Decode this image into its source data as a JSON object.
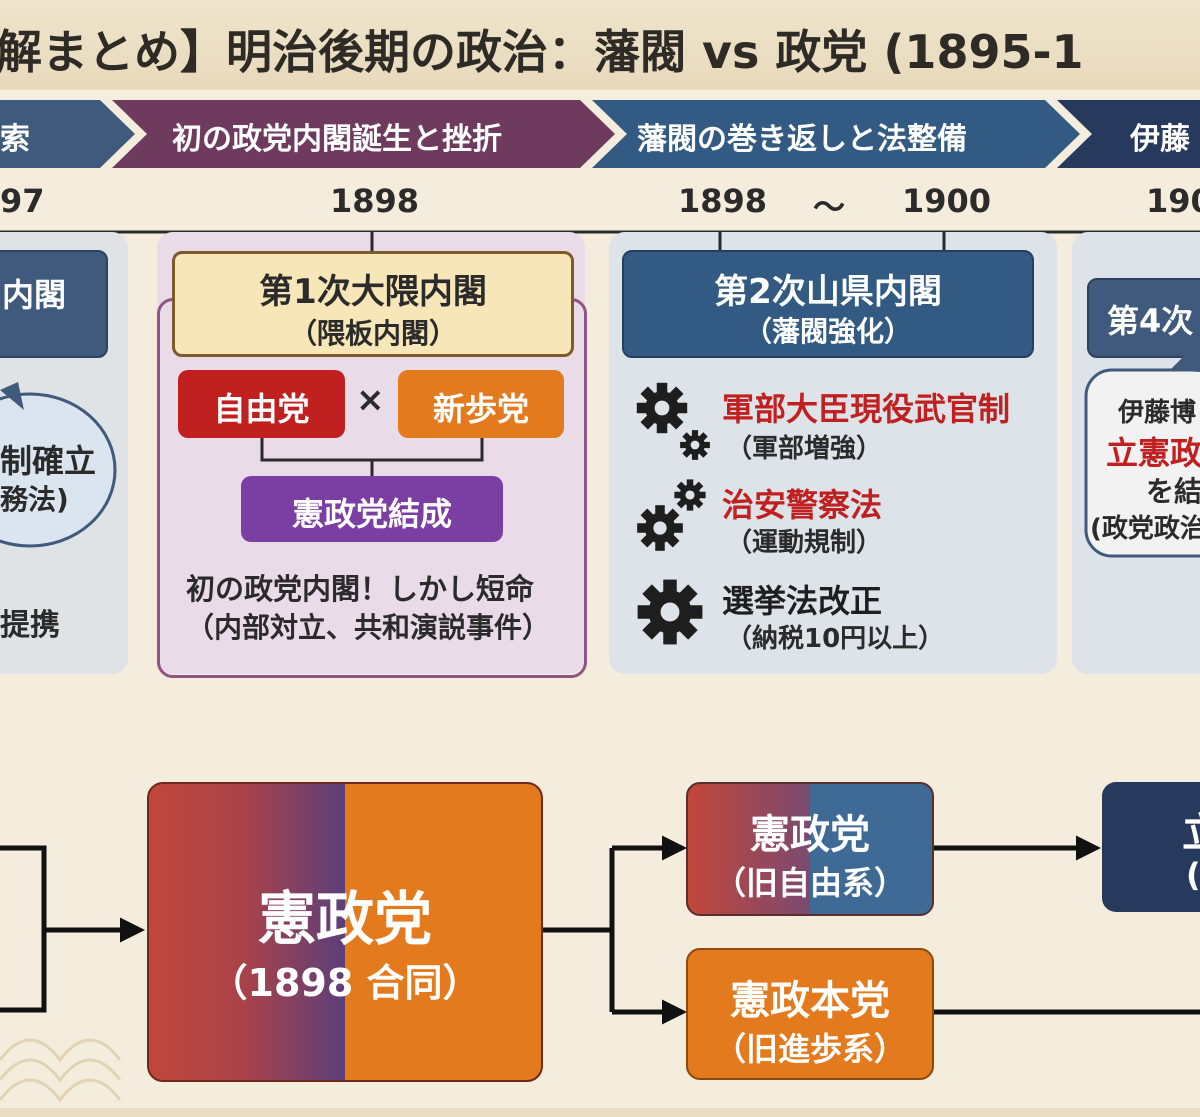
{
  "title": "解まとめ】明治後期の政治：藩閥 vs 政党 (1895-1",
  "timeline": {
    "stages": [
      {
        "label": "索",
        "color": "#3f5a7c"
      },
      {
        "label": "初の政党内閣誕生と挫折",
        "color": "#6e3b5e"
      },
      {
        "label": "藩閥の巻き返しと法整備",
        "color": "#335a82"
      },
      {
        "label": "伊藤",
        "color": "#27395c"
      }
    ],
    "years": [
      "97",
      "1898",
      "1898",
      "〜",
      "1900",
      "190"
    ]
  },
  "panel_left": {
    "card_title": "内閣",
    "bubble_line1": "制確立",
    "bubble_line2": "務法)",
    "footer": "提携"
  },
  "panel_okuma": {
    "card_title": "第1次大隈内閣",
    "card_sub": "（隈板内閣）",
    "party_a": "自由党",
    "times": "×",
    "party_b": "新歩党",
    "merge": "憲政党結成",
    "note1": "初の政党内閣！しかし短命",
    "note2": "（内部対立、共和演説事件）"
  },
  "panel_yamagata": {
    "card_title": "第2次山県内閣",
    "card_sub": "（藩閥強化）",
    "items": [
      {
        "icon": "gears-icon",
        "title": "軍部大臣現役武官制",
        "sub": "（軍部増強）",
        "emphasis": true
      },
      {
        "icon": "gears-icon",
        "title": "治安警察法",
        "sub": "（運動規制）",
        "emphasis": true
      },
      {
        "icon": "gear-icon",
        "title": "選挙法改正",
        "sub": "（納税10円以上）",
        "emphasis": false
      }
    ]
  },
  "panel_ito": {
    "card_title": "第4次",
    "bubble_line1": "伊藤博",
    "bubble_line2": "立憲政",
    "bubble_line3": "を結",
    "bubble_line4": "(政党政治"
  },
  "flow": {
    "big_title": "憲政党",
    "big_sub": "（1898 合同）",
    "upper_title": "憲政党",
    "upper_sub": "（旧自由系）",
    "lower_title": "憲政本党",
    "lower_sub": "（旧進歩系）",
    "right_first": "立",
    "right_second": "("
  },
  "colors": {
    "jiyu_red": "#c0201f",
    "shinpo_orange": "#e47a1e",
    "purple": "#7b3fa3",
    "navy": "#27395c"
  }
}
